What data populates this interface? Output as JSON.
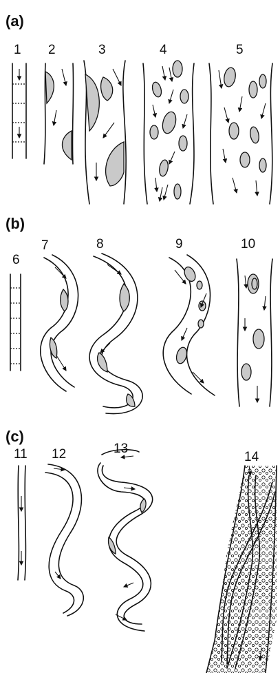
{
  "sections": [
    {
      "label": "(a)",
      "numbers": [
        "1",
        "2",
        "3",
        "4",
        "5"
      ]
    },
    {
      "label": "(b)",
      "numbers": [
        "6",
        "7",
        "8",
        "9",
        "10"
      ]
    },
    {
      "label": "(c)",
      "numbers": [
        "11",
        "12",
        "13",
        "14"
      ]
    }
  ],
  "colors": {
    "ink": "#111111",
    "bar_fill": "#c9c9c9",
    "background": "#ffffff"
  }
}
